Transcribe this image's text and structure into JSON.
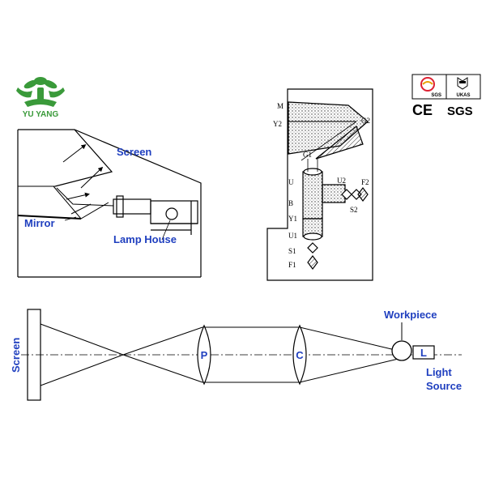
{
  "brand": {
    "name": "YU YANG",
    "logo_color": "#3a9a3a"
  },
  "certifications": {
    "badge_sgs": "SGS",
    "badge_ukas": "UKAS",
    "mark_ce": "CE",
    "mark_sgs": "SGS"
  },
  "panel_left": {
    "labels": {
      "screen": "Screen",
      "mirror": "Mirror",
      "lamp_house": "Lamp House"
    }
  },
  "panel_right": {
    "labels": [
      "M",
      "Y2",
      "G2",
      "G1",
      "U",
      "U2",
      "F2",
      "B",
      "S2",
      "Y1",
      "U1",
      "S1",
      "F1"
    ]
  },
  "panel_bottom": {
    "labels": {
      "screen": "Screen",
      "lens_p": "P",
      "lens_c": "C",
      "workpiece": "Workpiece",
      "lamp_l": "L",
      "light": "Light",
      "source": "Source"
    }
  },
  "colors": {
    "label_blue": "#1f3fbf",
    "line": "#000000"
  }
}
